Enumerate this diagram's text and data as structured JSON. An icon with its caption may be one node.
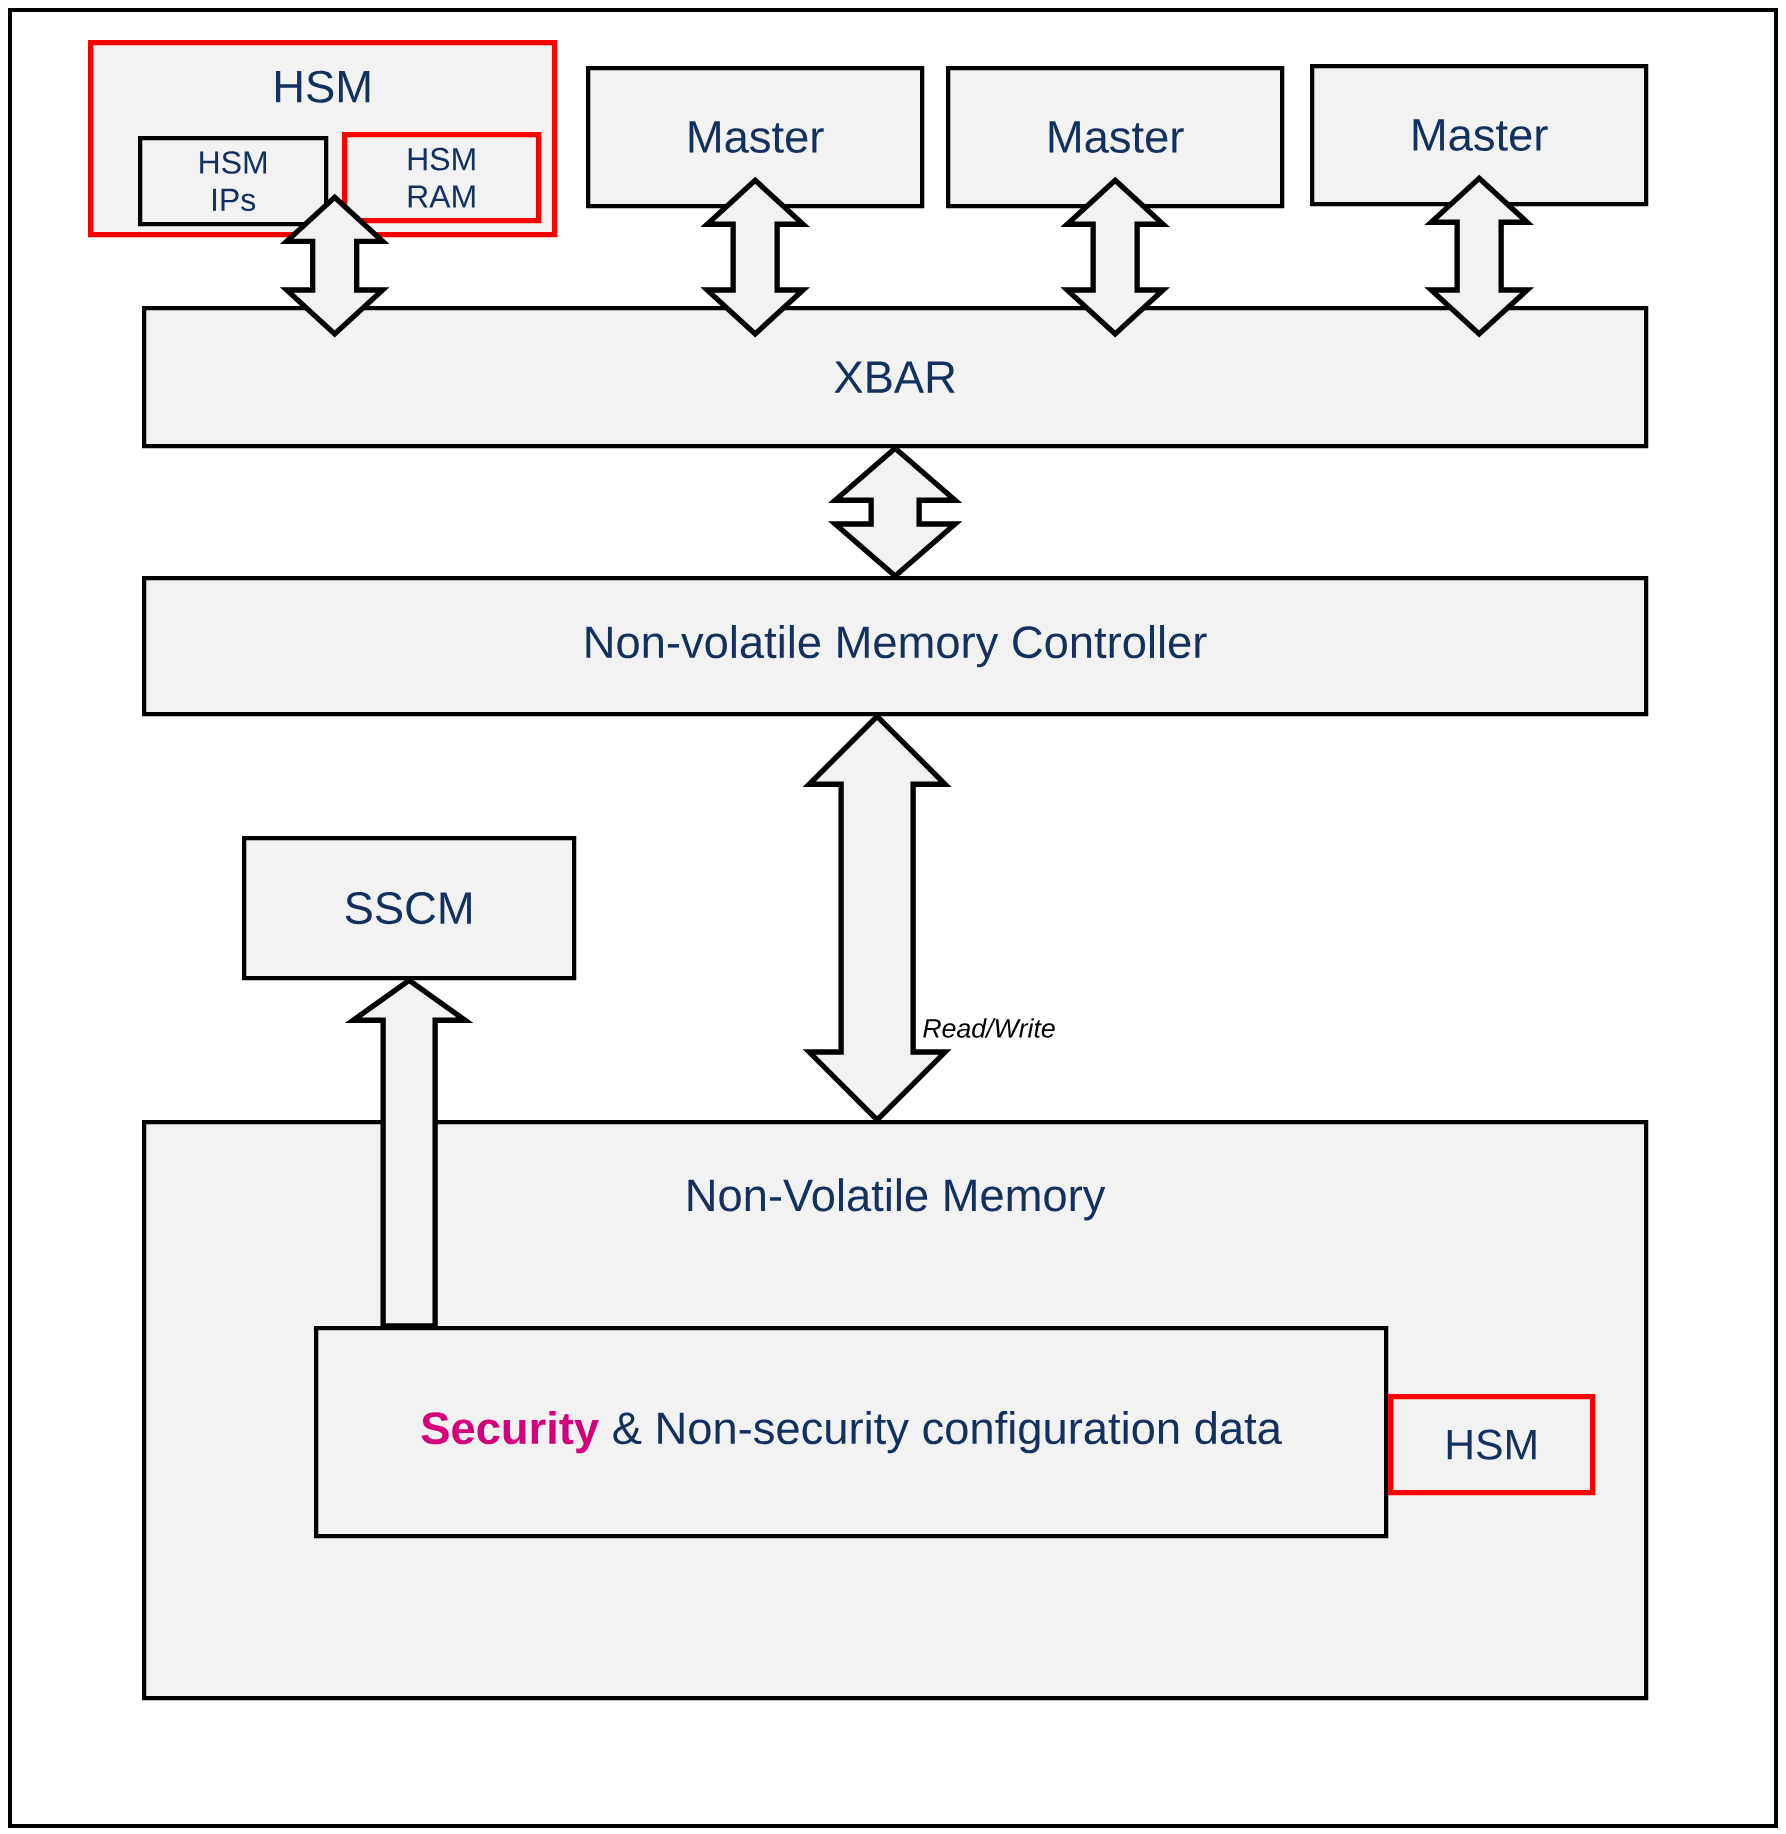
{
  "diagram": {
    "nodes": [
      {
        "text": [
          "HSM"
        ]
      },
      {
        "text": [
          "HSM IPs"
        ],
        "in": 0
      },
      {
        "text": [
          "HSM RAM"
        ],
        "in": 0
      },
      {
        "text": [
          "Master"
        ]
      },
      {
        "text": [
          "Master"
        ]
      },
      {
        "text": [
          "Master"
        ]
      },
      {
        "text": [
          "XBAR"
        ]
      },
      {
        "text": [
          "Non-volatile Memory Controller"
        ]
      },
      {
        "text": [
          "SSCM"
        ]
      },
      {
        "text": [
          "Non-Volatile Memory"
        ]
      },
      {
        "text": [
          "**Security** & Non-security configuration data"
        ],
        "in": 9
      },
      {
        "text": [
          "HSM"
        ],
        "in": 9
      }
    ],
    "edges": [
      {
        "from": 0,
        "to": 6,
        "arrow": "both"
      },
      {
        "from": 3,
        "to": 6,
        "arrow": "both"
      },
      {
        "from": 4,
        "to": 6,
        "arrow": "both"
      },
      {
        "from": 5,
        "to": 6,
        "arrow": "both"
      },
      {
        "from": 6,
        "to": 7,
        "arrow": "both"
      },
      {
        "from": 7,
        "to": 9,
        "arrow": "both",
        "label": "Read/Write"
      },
      {
        "from": 10,
        "to": 8,
        "arrow": "to"
      }
    ]
  }
}
